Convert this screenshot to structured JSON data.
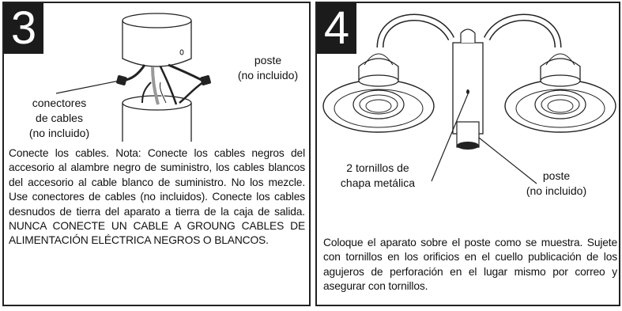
{
  "panel3": {
    "step": "3",
    "label_post": [
      "poste",
      "(no incluido)"
    ],
    "label_connectors": [
      "conectores",
      "de cables",
      "(no incluido)"
    ],
    "text": "Conecte los cables. Nota: Conecte los cables negros del accesorio al alambre negro de suministro, los cables blancos del accesorio al cable blanco de suministro. No los mezcle. Use conectores de cables (no incluidos). Conecte los cables desnudos de tierra del aparato a tierra de la caja de salida. NUNCA CONECTE UN CABLE A GROUNG CABLES DE ALIMENTACIÓN ELÉCTRICA NEGROS O BLANCOS."
  },
  "panel4": {
    "step": "4",
    "label_screws": [
      "2 tornillos de",
      "chapa metálica"
    ],
    "label_post": [
      "poste",
      "(no incluido)"
    ],
    "text": "Coloque el aparato sobre el poste como se muestra. Sujete con tornillos en los orificios  en el cuello publicación de  los agujeros de perforación en el lugar mismo por correo y asegurar con tornillos."
  }
}
